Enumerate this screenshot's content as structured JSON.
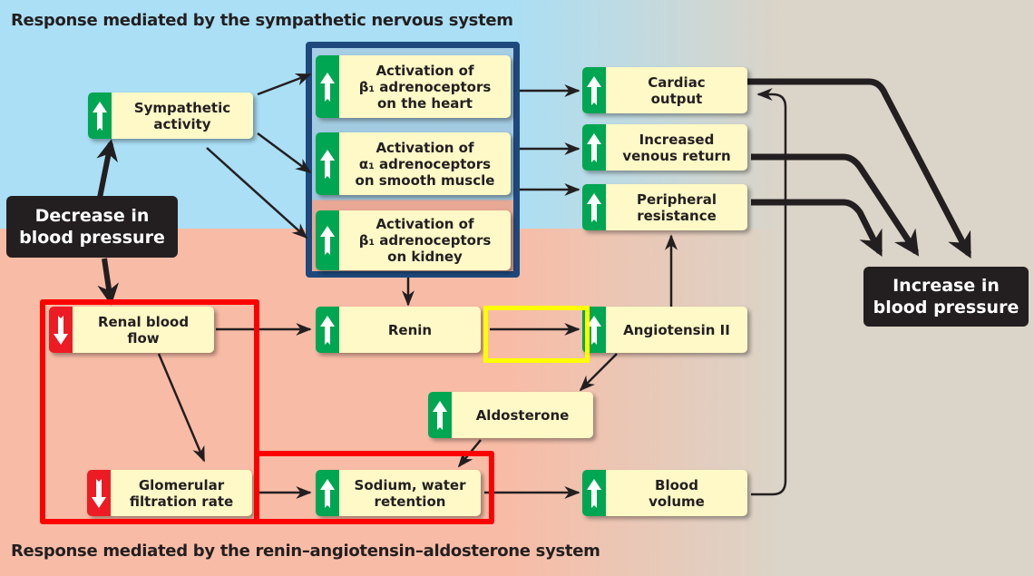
{
  "headings": {
    "top": "Response mediated by the sympathetic nervous system",
    "bottom": "Response mediated by the renin–angiotensin–aldosterone system"
  },
  "trigger": {
    "label": "Decrease in\nblood pressure"
  },
  "outcome": {
    "label": "Increase in\nblood pressure"
  },
  "nodes": {
    "sympathetic_activity": {
      "label": "Sympathetic\nactivity",
      "direction": "up",
      "icon": "up-arrow-icon"
    },
    "beta1_heart": {
      "label": "Activation of\nβ₁ adrenoceptors\non the heart",
      "direction": "up",
      "icon": "up-arrow-icon"
    },
    "alpha1_smooth": {
      "label": "Activation of\nα₁ adrenoceptors\non smooth muscle",
      "direction": "up",
      "icon": "up-arrow-icon"
    },
    "beta1_kidney": {
      "label": "Activation of\nβ₁ adrenoceptors\non kidney",
      "direction": "up",
      "icon": "up-arrow-icon"
    },
    "cardiac_output": {
      "label": "Cardiac\noutput",
      "direction": "up",
      "icon": "up-arrow-icon"
    },
    "venous_return": {
      "label": "Increased\nvenous return",
      "direction": "up",
      "icon": "up-arrow-icon"
    },
    "peripheral_resistance": {
      "label": "Peripheral\nresistance",
      "direction": "up",
      "icon": "up-arrow-icon"
    },
    "renal_blood_flow": {
      "label": "Renal blood\nflow",
      "direction": "down",
      "icon": "down-arrow-icon"
    },
    "renin": {
      "label": "Renin",
      "direction": "up",
      "icon": "up-arrow-icon"
    },
    "angiotensin_ii": {
      "label": "Angiotensin II",
      "direction": "up",
      "icon": "up-arrow-icon"
    },
    "aldosterone": {
      "label": "Aldosterone",
      "direction": "up",
      "icon": "up-arrow-icon"
    },
    "gfr": {
      "label": "Glomerular\nfiltration rate",
      "direction": "down",
      "icon": "down-arrow-icon"
    },
    "sodium_water": {
      "label": "Sodium, water\nretention",
      "direction": "up",
      "icon": "up-arrow-icon"
    },
    "blood_volume": {
      "label": "Blood\nvolume",
      "direction": "up",
      "icon": "up-arrow-icon"
    }
  },
  "highlights": {
    "adrenoceptor_group": {
      "color": "#1f497d"
    },
    "renal_region": {
      "color": "#ff0000"
    },
    "sodium_region": {
      "color": "#ff0000"
    },
    "renin_to_angiotensin": {
      "color": "#ffff00"
    }
  },
  "colors": {
    "up": "#00a651",
    "down": "#ed1c24",
    "node_fill": "#fef9c6",
    "sympathetic_bg": "#aadff5",
    "raas_bg": "#f8bca6",
    "outcome_bg": "#dbd4c8"
  }
}
